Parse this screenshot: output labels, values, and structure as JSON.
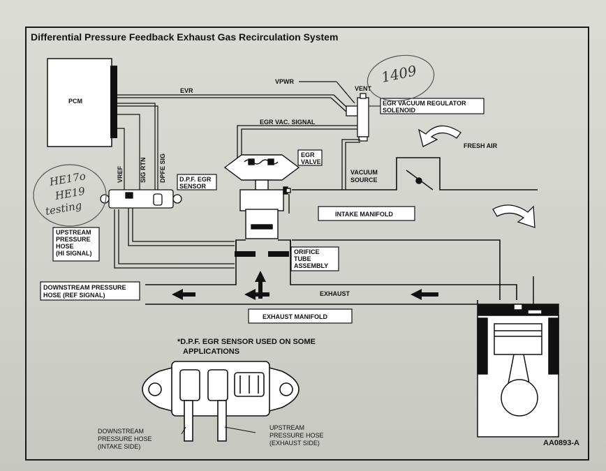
{
  "title": "Differential Pressure Feedback Exhaust Gas Recirculation System",
  "labels": {
    "pcm": "PCM",
    "evr": "EVR",
    "vpwr": "VPWR",
    "vent": "VENT",
    "egr_solenoid_1": "EGR VACUUM REGULATOR",
    "egr_solenoid_2": "SOLENOID",
    "egr_vac_signal": "EGR VAC. SIGNAL",
    "fresh_air": "FRESH AIR",
    "egr_valve_1": "EGR",
    "egr_valve_2": "VALVE",
    "vacuum_source_1": "VACUUM",
    "vacuum_source_2": "SOURCE",
    "vref": "VREF",
    "sig_rtn": "SIG RTN",
    "dpfe_sig": "DPFE SIG",
    "dpf_sensor_1": "D.P.F. EGR",
    "dpf_sensor_2": "SENSOR",
    "intake_manifold": "INTAKE MANIFOLD",
    "upstream_hose_1": "UPSTREAM",
    "upstream_hose_2": "PRESSURE",
    "upstream_hose_3": "HOSE",
    "upstream_hose_4": "(HI SIGNAL)",
    "orifice_1": "ORIFICE",
    "orifice_2": "TUBE",
    "orifice_3": "ASSEMBLY",
    "downstream_hose_1": "DOWNSTREAM PRESSURE",
    "downstream_hose_2": "HOSE (REF SIGNAL)",
    "exhaust": "EXHAUST",
    "exhaust_manifold": "EXHAUST MANIFOLD",
    "note_1": "*D.P.F. EGR SENSOR USED ON SOME",
    "note_2": "APPLICATIONS",
    "ds_intake_1": "DOWNSTREAM",
    "ds_intake_2": "PRESSURE HOSE",
    "ds_intake_3": "(INTAKE SIDE)",
    "us_exhaust_1": "UPSTREAM",
    "us_exhaust_2": "PRESSURE HOSE",
    "us_exhaust_3": "(EXHAUST SIDE)",
    "figure_code": "AA0893-A"
  },
  "handwriting": {
    "number": "1409",
    "note_1": "HE17o",
    "note_2": "HE19",
    "note_3": "testing"
  }
}
